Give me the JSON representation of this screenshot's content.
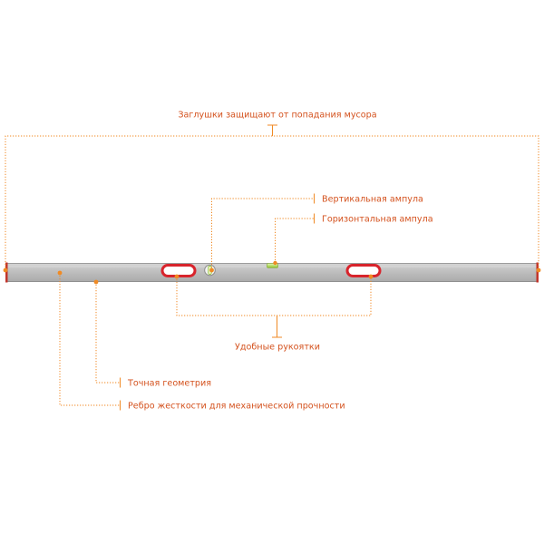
{
  "callouts": {
    "end_caps": "Заглушки защищают от попадания мусора",
    "vertical_vial": "Вертикальная ампула",
    "horizontal_vial": "Горизонтальная ампула",
    "handles": "Удобные рукоятки",
    "geometry": "Точная геометрия",
    "rib": "Ребро жесткости для механической прочности"
  },
  "colors": {
    "callout_text": "#d4521e",
    "leader_line": "#f08a24",
    "profile_body": "#b9b9b9",
    "handle_outline": "#d8242c",
    "end_cap": "#c2352b",
    "vial_bubble": "#9dd235"
  }
}
